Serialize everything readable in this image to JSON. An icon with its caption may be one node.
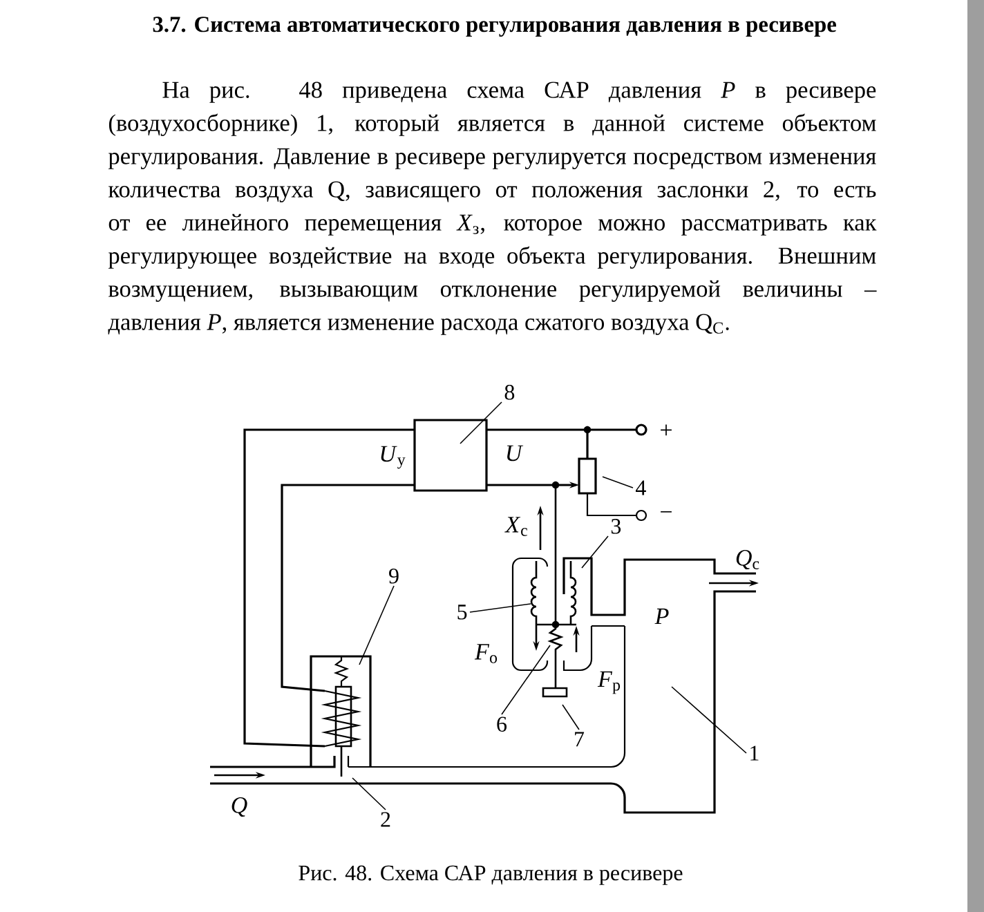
{
  "diagram": {
    "title": "3.7. Система автоматического регулирования давления в ресивере",
    "caption": "Рис. 48. Схема САР давления в ресивере",
    "nodes": [
      {
        "text": [
          "8"
        ]
      },
      {
        "text": [
          "4"
        ]
      },
      {
        "text": [
          "3"
        ]
      },
      {
        "text": [
          "9"
        ]
      },
      {
        "text": [
          "5"
        ]
      },
      {
        "text": [
          "6"
        ]
      },
      {
        "text": [
          "7"
        ]
      },
      {
        "text": [
          "1"
        ]
      },
      {
        "text": [
          "2"
        ]
      }
    ],
    "edges": [
      {
        "from": 0,
        "to": null,
        "arrow": "none"
      },
      {
        "from": 1,
        "to": null,
        "arrow": "none"
      },
      {
        "from": 2,
        "to": null,
        "arrow": "none"
      },
      {
        "from": 3,
        "to": null,
        "arrow": "none"
      },
      {
        "from": 4,
        "to": null,
        "arrow": "none"
      },
      {
        "from": 5,
        "to": null,
        "arrow": "none"
      },
      {
        "from": 6,
        "to": null,
        "arrow": "none"
      },
      {
        "from": 7,
        "to": null,
        "arrow": "none"
      },
      {
        "from": 8,
        "to": null,
        "arrow": "none"
      }
    ],
    "labels": [
      "На рис. 48 приведена схема САР давления *P* в ресивере (воздухосборнике) 1, который является в данной системе объектом регулирования. Давление в ресивере регулируется посредством изменения количества воздуха Q, зависящего от положения заслонки 2, то есть от ее линейного перемещения *X*$_{з}$, которое можно рассматривать как регулирующее воздействие на входе объекта регулирования. Внешним возмущением, вызывающим отклонение регулируемой величины – давления *P*, является изменение расхода сжатого воздуха Q$_{C}$.",
      "+",
      "*U*$_{у}$",
      "*U*",
      "−",
      "*X*$_{с}$",
      "*Q*$_{с}$",
      "*P*",
      "*F*$_{о}$",
      "*F*$_{р}$",
      "*Q*"
    ]
  }
}
